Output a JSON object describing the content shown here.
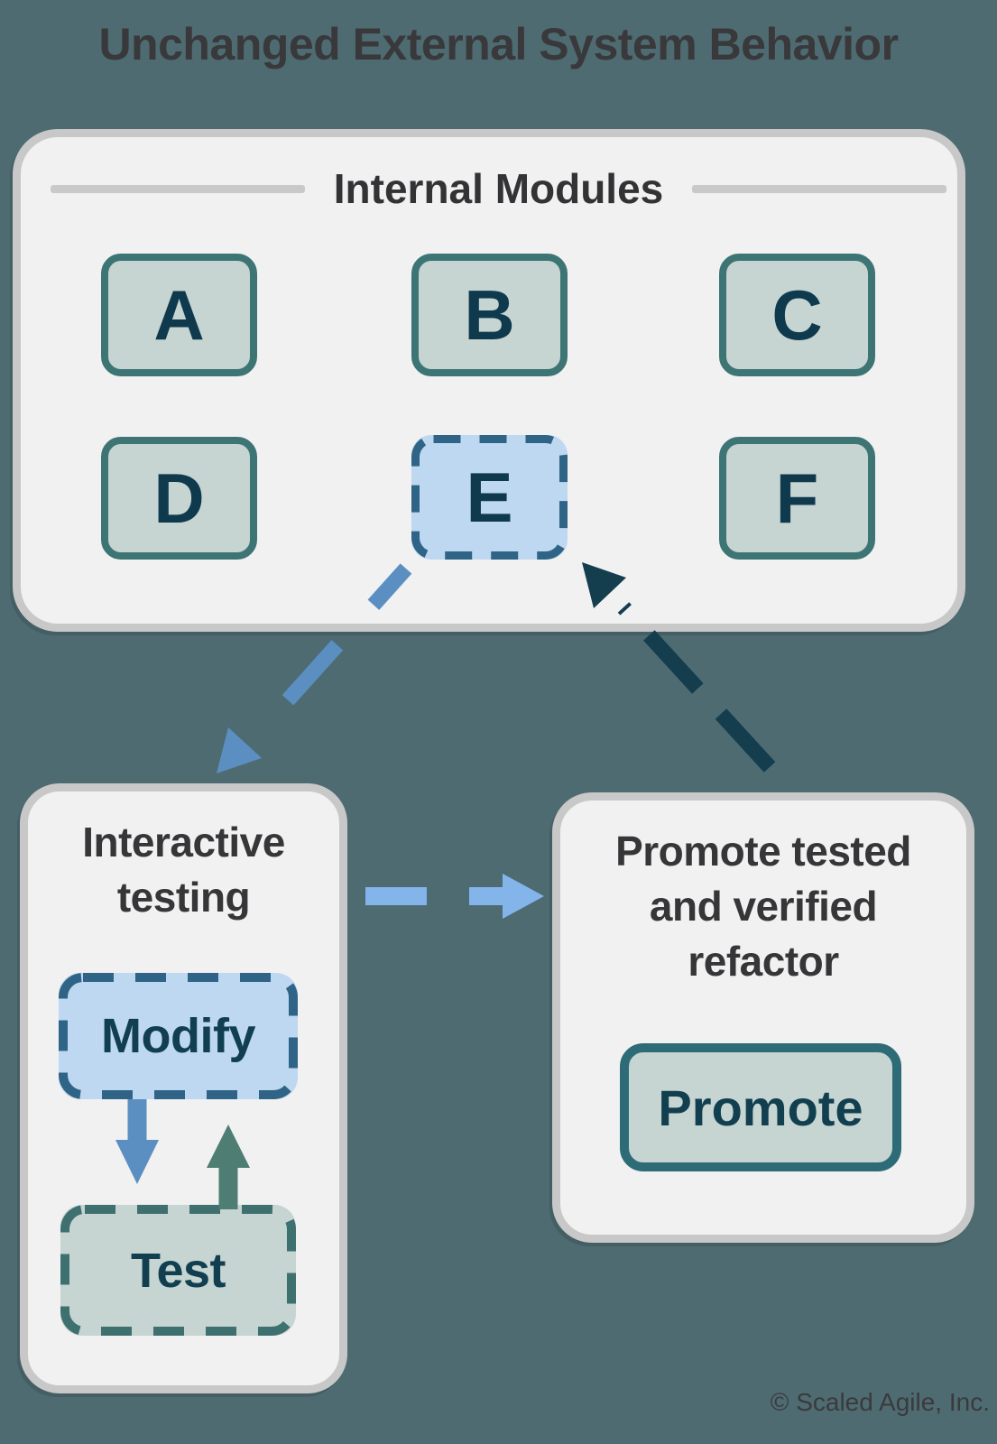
{
  "title": "Unchanged External System Behavior",
  "internal_modules": {
    "label": "Internal Modules",
    "modules": [
      {
        "label": "A",
        "highlighted": false
      },
      {
        "label": "B",
        "highlighted": false
      },
      {
        "label": "C",
        "highlighted": false
      },
      {
        "label": "D",
        "highlighted": false
      },
      {
        "label": "E",
        "highlighted": true
      },
      {
        "label": "F",
        "highlighted": false
      }
    ]
  },
  "interactive_testing": {
    "title_line1": "Interactive",
    "title_line2": "testing",
    "modify_label": "Modify",
    "test_label": "Test"
  },
  "promote": {
    "title_line1": "Promote tested",
    "title_line2": "and verified",
    "title_line3": "refactor",
    "button_label": "Promote"
  },
  "footer": "© Scaled Agile, Inc.",
  "arrows": [
    {
      "name": "module-e-to-interactive-testing",
      "style": "dashed",
      "color": "#5b8fc1"
    },
    {
      "name": "interactive-testing-to-promote",
      "style": "dashed",
      "color": "#83b5eb"
    },
    {
      "name": "promote-to-module-e",
      "style": "dashed",
      "color": "#143d4e"
    },
    {
      "name": "modify-to-test",
      "style": "solid",
      "color": "#5b8fc1"
    },
    {
      "name": "test-to-modify",
      "style": "solid",
      "color": "#4e7d74"
    }
  ],
  "colors": {
    "background": "#4e6b72",
    "panel_fill": "#f1f1f1",
    "panel_border": "#c8c8c8",
    "module_fill": "#c6d4d2",
    "module_border": "#3d7474",
    "module_text": "#0f3a4e",
    "highlight_fill": "#bed8f2",
    "highlight_border": "#2f6487",
    "test_border": "#3f7070",
    "promote_button_border": "#2d6b77",
    "heading_text": "#39393b"
  }
}
